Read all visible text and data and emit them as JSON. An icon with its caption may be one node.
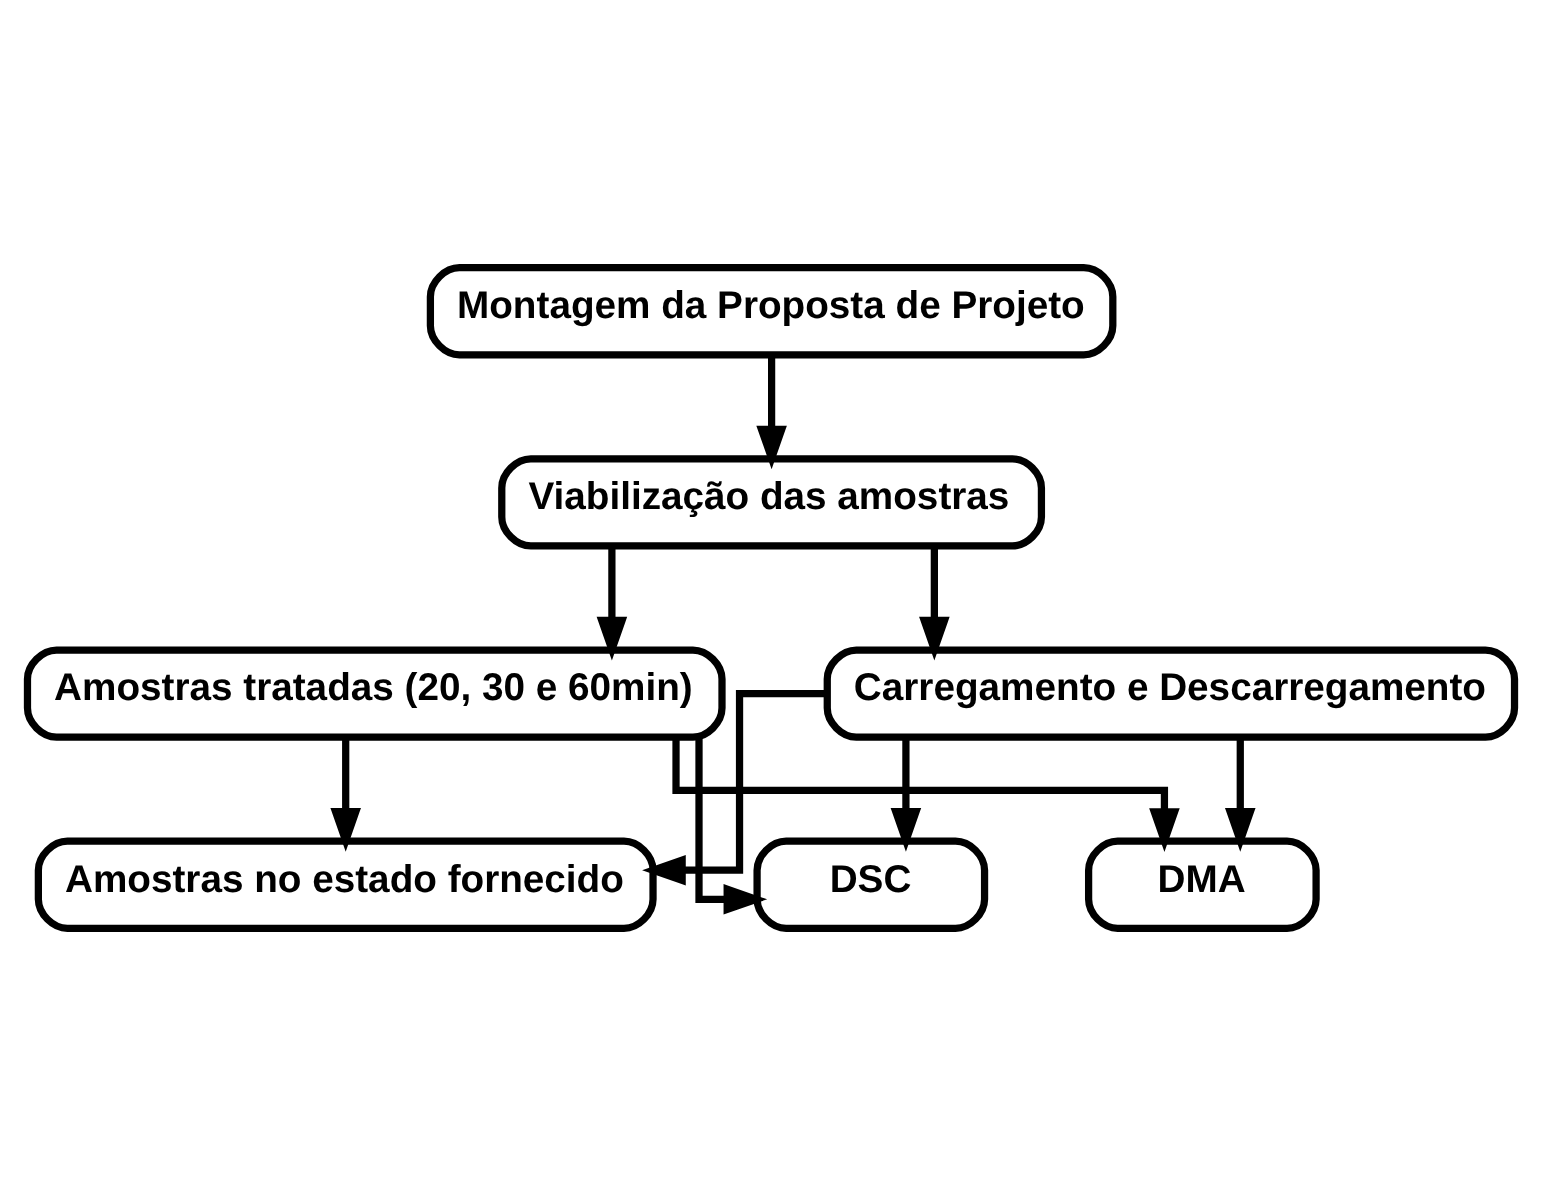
{
  "diagram": {
    "nodes": [
      {
        "text": [
          "Montagem da Proposta de Projeto"
        ]
      },
      {
        "text": [
          "Viabilização das amostras"
        ]
      },
      {
        "text": [
          "Amostras tratadas (20, 30 e 60min)"
        ]
      },
      {
        "text": [
          "Carregamento e Descarregamento"
        ]
      },
      {
        "text": [
          "Amostras no estado fornecido"
        ]
      },
      {
        "text": [
          "DSC"
        ]
      },
      {
        "text": [
          "DMA"
        ]
      }
    ],
    "edges": [
      {
        "from": 0,
        "to": 1,
        "arrow": "to"
      },
      {
        "from": 1,
        "to": 2,
        "arrow": "to"
      },
      {
        "from": 1,
        "to": 3,
        "arrow": "to"
      },
      {
        "from": 2,
        "to": 4,
        "arrow": "to"
      },
      {
        "from": 2,
        "to": 5,
        "arrow": "to"
      },
      {
        "from": 2,
        "to": 6,
        "arrow": "to"
      },
      {
        "from": 3,
        "to": 4,
        "arrow": "to"
      },
      {
        "from": 3,
        "to": 5,
        "arrow": "to"
      },
      {
        "from": 3,
        "to": 6,
        "arrow": "to"
      }
    ]
  }
}
